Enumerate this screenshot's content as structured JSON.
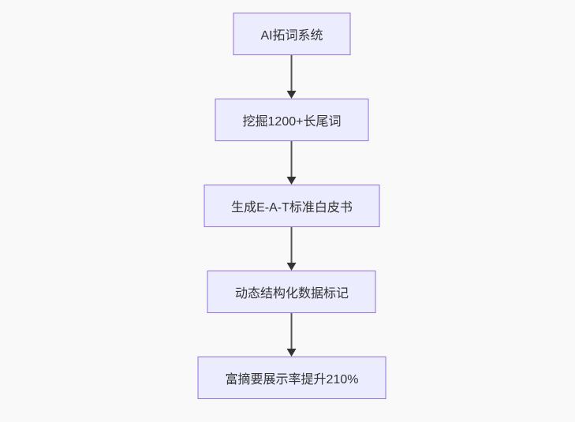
{
  "diagram": {
    "type": "flowchart",
    "direction": "top-down",
    "background_color": "#f9f9f9",
    "node_fill_color": "#ECECFF",
    "node_border_color": "#9370DB",
    "node_text_color": "#333333",
    "edge_color": "#333333",
    "nodes": [
      {
        "label": "AI拓词系统"
      },
      {
        "label": "挖掘1200+长尾词"
      },
      {
        "label": "生成E-A-T标准白皮书"
      },
      {
        "label": "动态结构化数据标记"
      },
      {
        "label": "富摘要展示率提升210%"
      }
    ],
    "edges": [
      {
        "from": "AI拓词系统",
        "to": "挖掘1200+长尾词"
      },
      {
        "from": "挖掘1200+长尾词",
        "to": "生成E-A-T标准白皮书"
      },
      {
        "from": "生成E-A-T标准白皮书",
        "to": "动态结构化数据标记"
      },
      {
        "from": "动态结构化数据标记",
        "to": "富摘要展示率提升210%"
      }
    ]
  }
}
